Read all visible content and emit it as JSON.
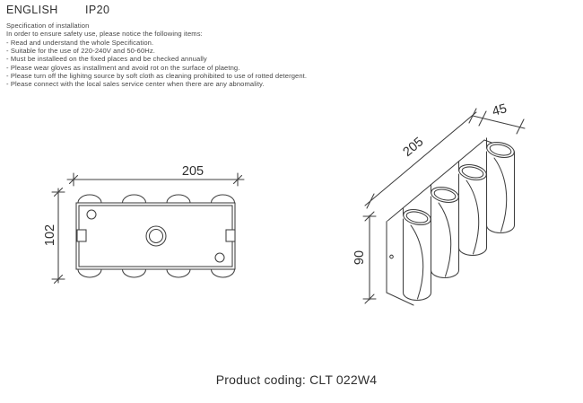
{
  "header": {
    "language": "ENGLISH",
    "ip_rating": "IP20"
  },
  "spec": {
    "title": "Specification of installation",
    "intro": "In order to ensure safety use, please notice the following items:",
    "items": [
      "- Read and understand the whole Specification.",
      "- Suitable for the use of 220-240V and 50-60Hz.",
      "- Must be installeed on the fixed places and be checked annually",
      "- Please wear gloves as installment and avoid rot on the surface of plaetng.",
      "- Please turn off the lighitng source by soft cloth as cleaning prohibited to use of rotted detergent.",
      "- Please connect with the local sales service center when there are any abnomality."
    ]
  },
  "front_view": {
    "width_label": "205",
    "height_label": "102"
  },
  "perspective_view": {
    "length_label": "205",
    "depth_label": "45",
    "height_label": "90"
  },
  "footer": {
    "product_coding": "Product coding: CLT 022W4"
  },
  "colors": {
    "ink": "#3f3f3f",
    "background": "#ffffff"
  }
}
